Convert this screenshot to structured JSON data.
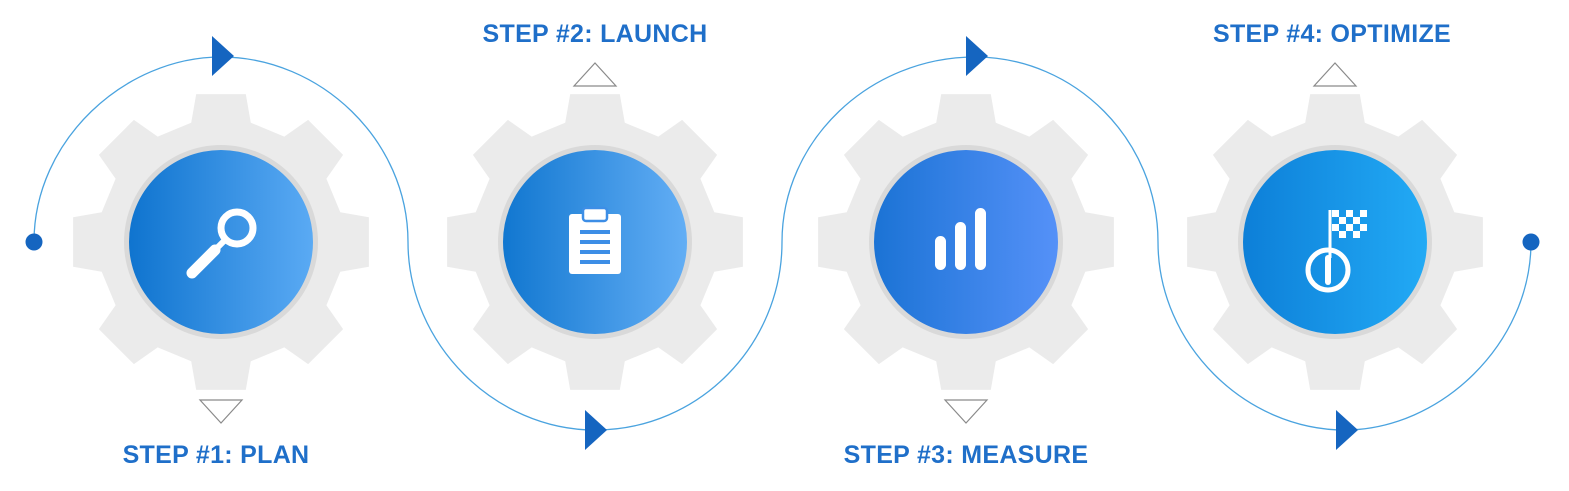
{
  "steps": [
    {
      "label": "STEP #1: PLAN",
      "icon": "magnifier-icon"
    },
    {
      "label": "STEP #2: LAUNCH",
      "icon": "clipboard-icon"
    },
    {
      "label": "STEP #3: MEASURE",
      "icon": "bar-chart-icon"
    },
    {
      "label": "STEP #4: OPTIMIZE",
      "icon": "finish-flag-icon"
    }
  ],
  "colors": {
    "label": "#1f6fc9",
    "gear": "#ebebeb",
    "gear_ring": "#d9d9d9",
    "path_line": "#4aa3df",
    "arrow": "#1565c0",
    "circle_gradients": [
      [
        "#0f74cf",
        "#5aaaf4"
      ],
      [
        "#1177d0",
        "#63aef5"
      ],
      [
        "#1b73d5",
        "#5591f8"
      ],
      [
        "#0d7fd8",
        "#22aaf5"
      ]
    ]
  }
}
